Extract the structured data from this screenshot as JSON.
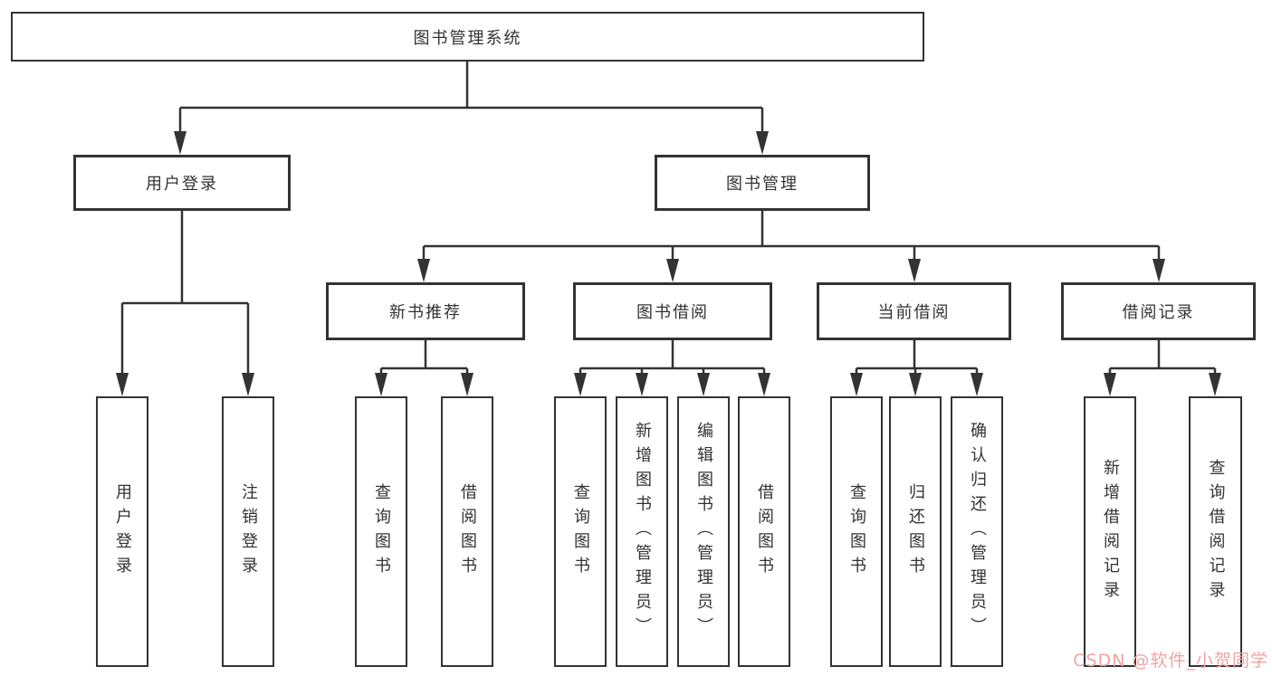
{
  "diagram": {
    "title": "图书管理系统",
    "colors": {
      "line": "#333333",
      "text": "#333333",
      "box_background": "#ffffff",
      "watermark": "#f2a3a3"
    },
    "tree": {
      "label": "图书管理系统",
      "children": [
        {
          "label": "用户登录",
          "children": [
            {
              "label": "用户登录"
            },
            {
              "label": "注销登录"
            }
          ]
        },
        {
          "label": "图书管理",
          "children": [
            {
              "label": "新书推荐",
              "children": [
                {
                  "label": "查询图书"
                },
                {
                  "label": "借阅图书"
                }
              ]
            },
            {
              "label": "图书借阅",
              "children": [
                {
                  "label": "查询图书"
                },
                {
                  "label": "新增图书（管理员）"
                },
                {
                  "label": "编辑图书（管理员）"
                },
                {
                  "label": "借阅图书"
                }
              ]
            },
            {
              "label": "当前借阅",
              "children": [
                {
                  "label": "查询图书"
                },
                {
                  "label": "归还图书"
                },
                {
                  "label": "确认归还（管理员）"
                }
              ]
            },
            {
              "label": "借阅记录",
              "children": [
                {
                  "label": "新增借阅记录"
                },
                {
                  "label": "查询借阅记录"
                }
              ]
            }
          ]
        }
      ]
    },
    "watermark": "CSDN @软件_小贺同学"
  }
}
